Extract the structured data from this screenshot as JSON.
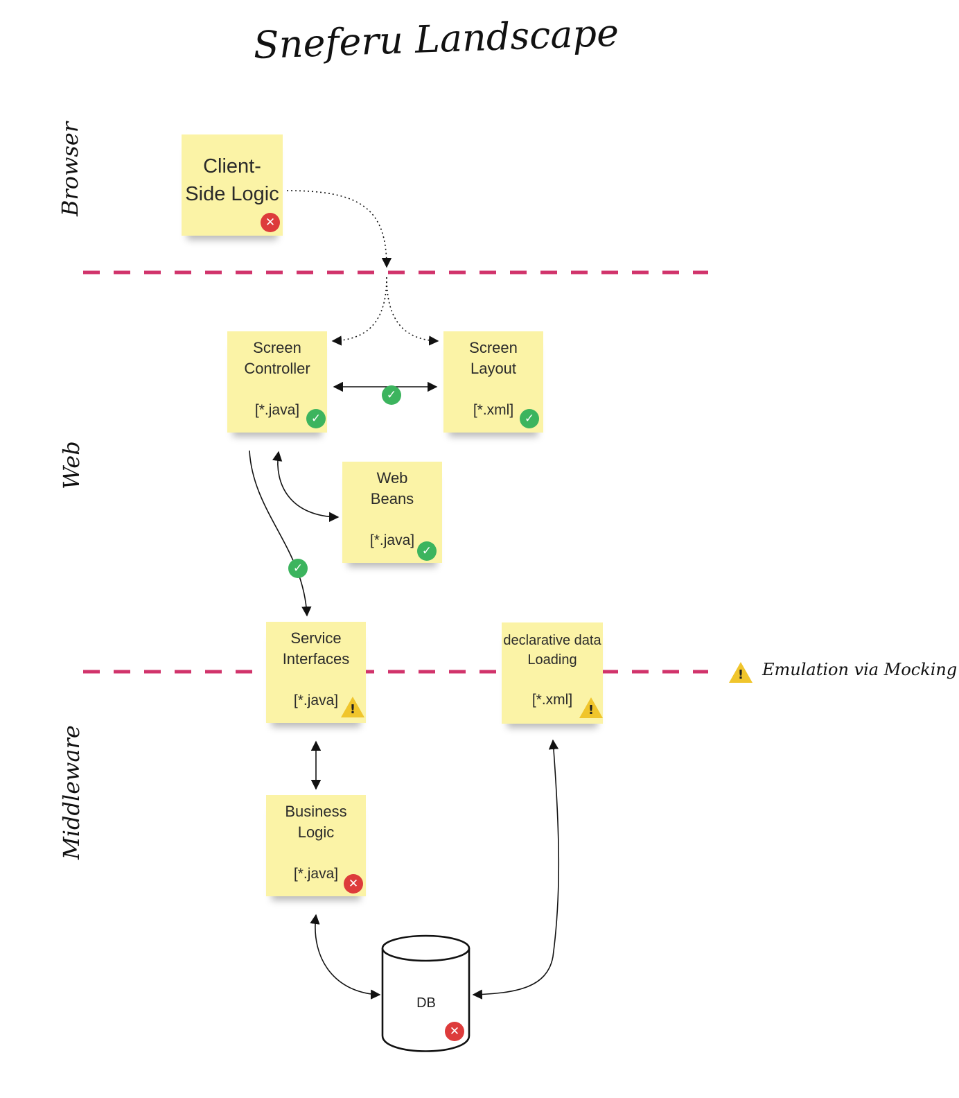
{
  "title": "Sneferu Landscape",
  "layers": {
    "browser": "Browser",
    "web": "Web",
    "middleware": "Middleware"
  },
  "legend": {
    "emulation": "Emulation via Mocking"
  },
  "notes": {
    "client_side_logic": {
      "line1": "Client-",
      "line2": "Side Logic",
      "status": "error"
    },
    "screen_controller": {
      "line1": "Screen",
      "line2": "Controller",
      "file": "[*.java]",
      "status": "ok"
    },
    "screen_layout": {
      "line1": "Screen",
      "line2": "Layout",
      "file": "[*.xml]",
      "status": "ok"
    },
    "web_beans": {
      "line1": "Web",
      "line2": "Beans",
      "file": "[*.java]",
      "status": "ok"
    },
    "service_interfaces": {
      "line1": "Service",
      "line2": "Interfaces",
      "file": "[*.java]",
      "status": "warning"
    },
    "declarative_data_loading": {
      "line1": "declarative data",
      "line2": "Loading",
      "file": "[*.xml]",
      "status": "warning"
    },
    "business_logic": {
      "line1": "Business",
      "line2": "Logic",
      "file": "[*.java]",
      "status": "error"
    }
  },
  "database": {
    "label": "DB",
    "status": "error"
  },
  "connectors": [
    {
      "from": "Client-Side Logic",
      "to": "Screen Controller",
      "style": "dotted"
    },
    {
      "from": "Client-Side Logic",
      "to": "Screen Layout",
      "style": "dotted"
    },
    {
      "from": "Screen Controller",
      "to": "Screen Layout",
      "style": "solid",
      "status": "ok"
    },
    {
      "from": "Screen Controller",
      "to": "Web Beans",
      "style": "solid"
    },
    {
      "from": "Screen Controller",
      "to": "Service Interfaces",
      "style": "solid",
      "status": "ok"
    },
    {
      "from": "Service Interfaces",
      "to": "Business Logic",
      "style": "solid"
    },
    {
      "from": "Business Logic",
      "to": "DB",
      "style": "solid"
    },
    {
      "from": "declarative data Loading",
      "to": "DB",
      "style": "solid"
    }
  ],
  "colors": {
    "sticky_note": "#fbf3a6",
    "layer_divider": "#d1336b",
    "ok": "#3cb45e",
    "error": "#dd3b3b",
    "warning": "#f0c52c"
  }
}
